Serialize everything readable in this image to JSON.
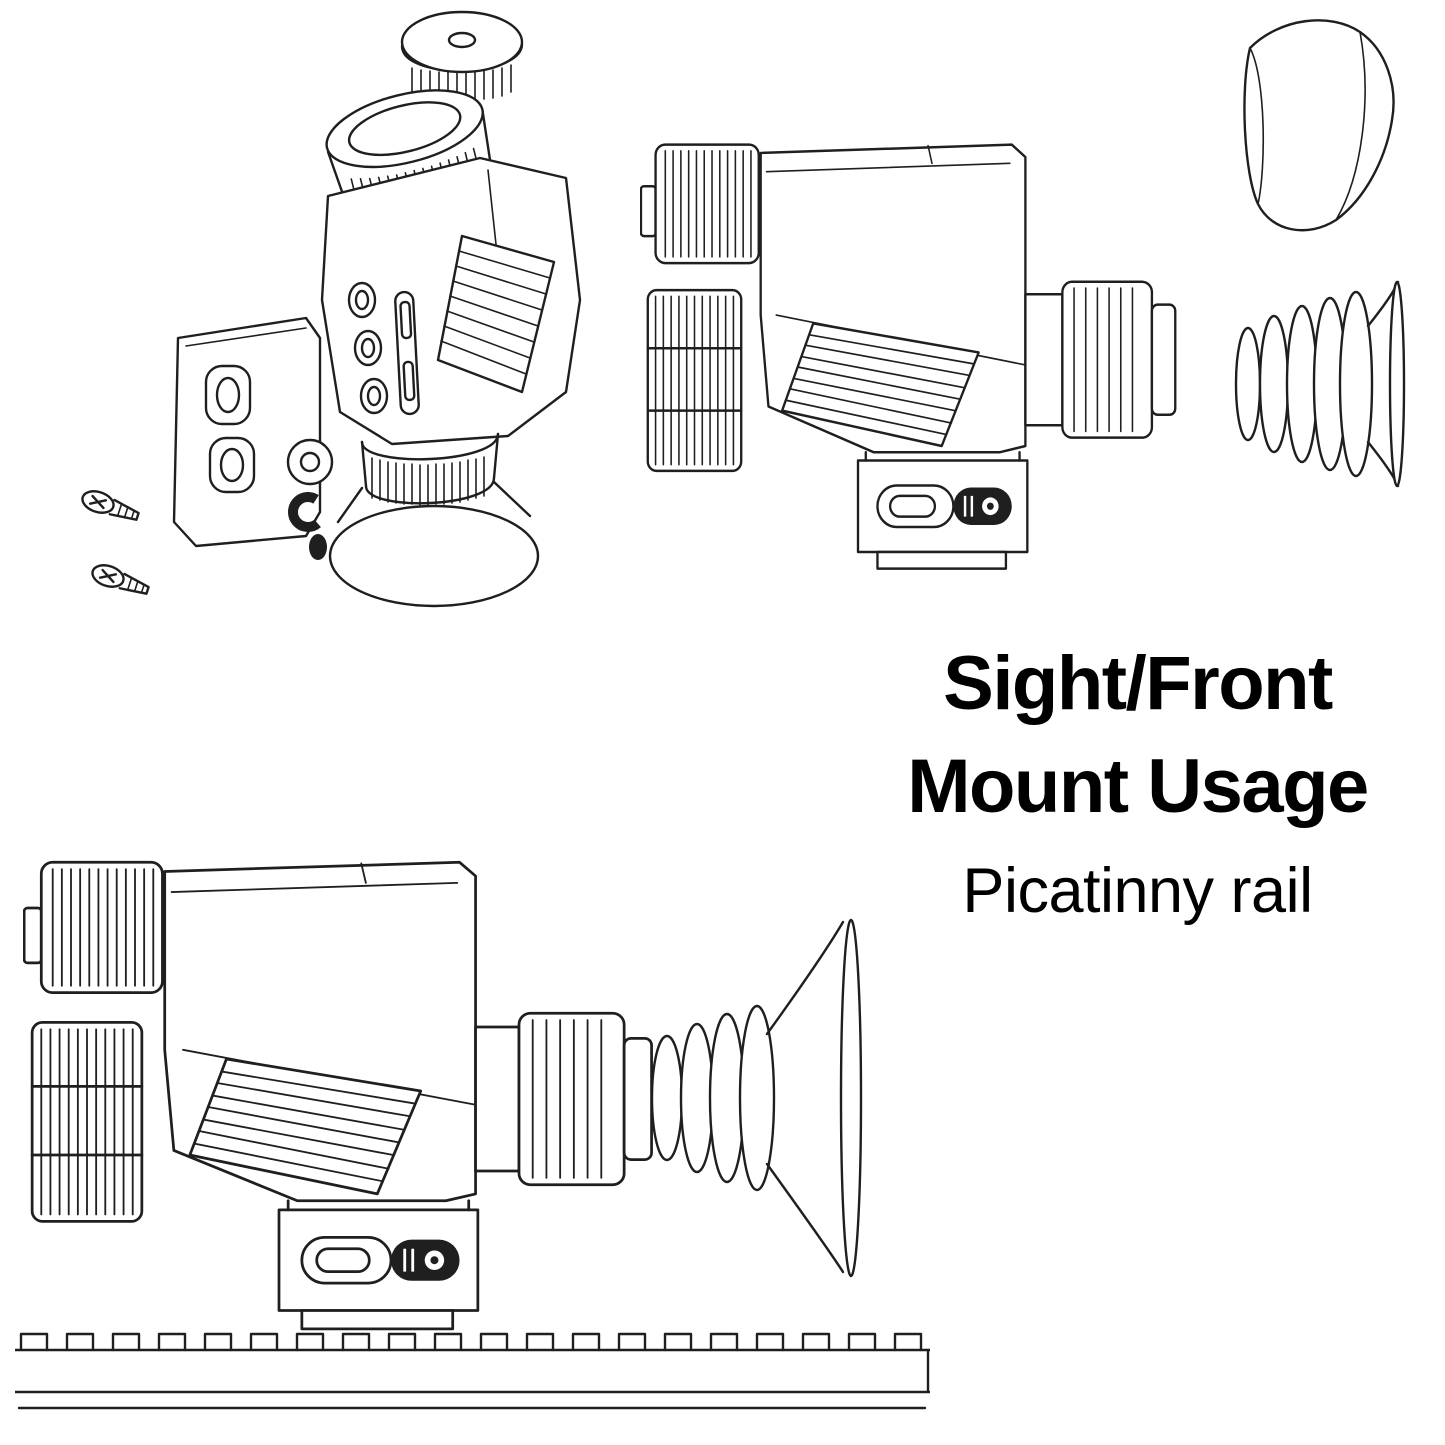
{
  "heading": {
    "title_line1": "Sight/Front",
    "title_line2": "Mount Usage",
    "subtitle": "Picatinny rail"
  },
  "style": {
    "line_color": "#1f1f1f",
    "background": "#ffffff",
    "text_color": "#000000"
  },
  "figures": {
    "exploded_view": "sight-front-mount-exploded-view",
    "device_side_view": "sight-side-view-with-detached-eyepiece-parts",
    "eyecup_part": "eyecup-part",
    "bellows_part": "rubber-bellows-eyepiece-part",
    "mounted_view": "sight-mounted-on-picatinny-rail"
  }
}
